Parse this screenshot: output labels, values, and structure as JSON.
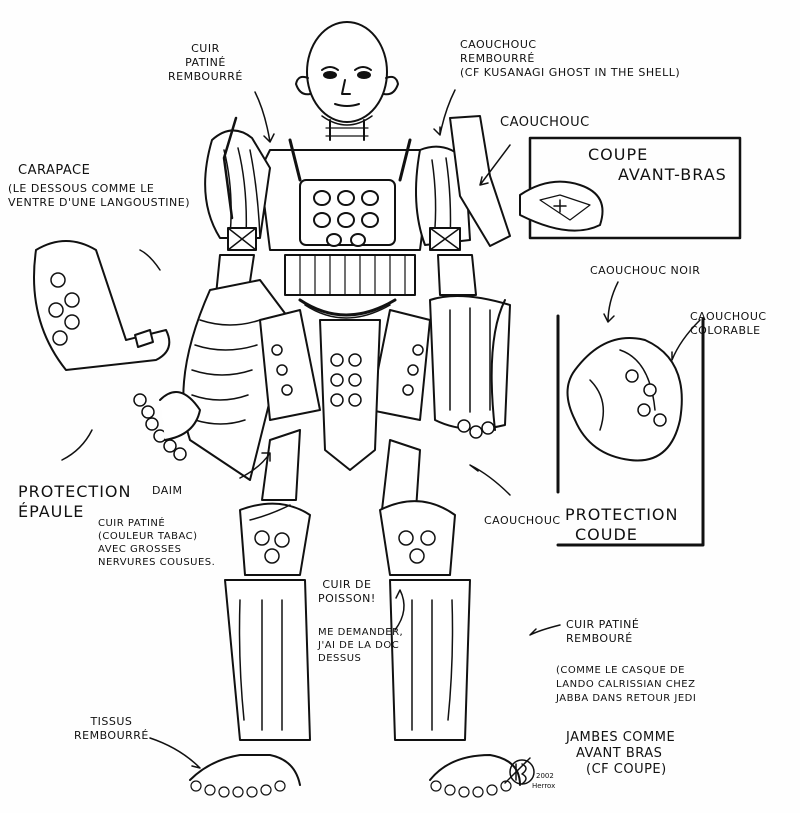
{
  "annotations": {
    "cuir_patine": [
      "Cuir",
      "patiné",
      "rembourré"
    ],
    "caouchouc_top": [
      "Caouchouc",
      "rembourré",
      "(cf Kusanagi Ghost in the shell)"
    ],
    "caouchouc": "Caouchouc",
    "carapace": [
      "Carapace",
      "(le dessous comme le",
      "ventre d'une langoustine)"
    ],
    "coupe_avant_bras": [
      "Coupe",
      "avant-bras"
    ],
    "caouchouc_noir": "Caouchouc noir",
    "caouchouc_colorable": [
      "Caouchouc",
      "colorable"
    ],
    "protection_epaule": [
      "Protection",
      "épaule"
    ],
    "daim": "Daim",
    "cuir_patine_tabac": [
      "Cuir patiné",
      "(couleur tabac)",
      "avec grosses",
      "nervures cousues."
    ],
    "caouchouc_lower": "Caouchouc",
    "protection_coude": [
      "Protection",
      "coude"
    ],
    "cuir_de_poisson": [
      "Cuir de",
      "poisson!"
    ],
    "me_demander": [
      "Me demander,",
      "j'ai de la doc",
      "dessus"
    ],
    "cuir_patine_lower": [
      "Cuir patiné",
      "rembouré"
    ],
    "comme_le_casque": [
      "(comme le casque de",
      "Lando Calrissian chez",
      "Jabba dans Retour Jedi"
    ],
    "tissus": [
      "Tissus",
      "rembourré"
    ],
    "jambes": [
      "Jambes comme",
      "avant bras",
      "(cf coupe)"
    ]
  },
  "signature": {
    "year": "2002",
    "name": "Herrox"
  },
  "colors": {
    "ink": "#111111",
    "paper": "#fefefe"
  }
}
